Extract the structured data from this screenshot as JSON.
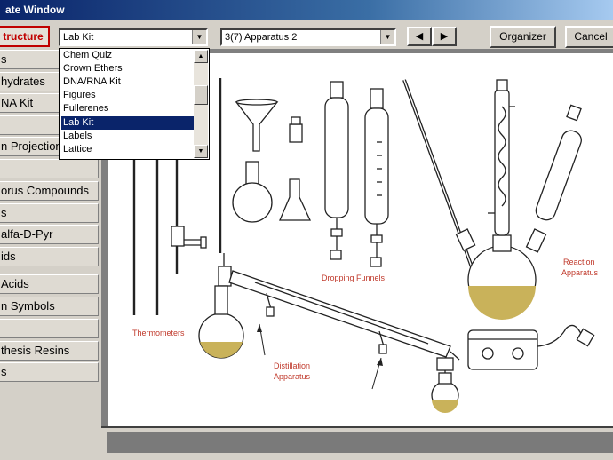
{
  "window": {
    "title": "ate Window"
  },
  "toolbar": {
    "structure_label": "tructure",
    "kit_select_value": "Lab Kit",
    "apparatus_select_value": "3(7) Apparatus 2",
    "prev_icon": "◀",
    "next_icon": "▶",
    "organizer_label": "Organizer",
    "cancel_label": "Cancel"
  },
  "sidebar": {
    "items": [
      "s",
      "hydrates",
      "NA Kit",
      "",
      "n Projection",
      "",
      "orus Compounds",
      "s",
      "alfa-D-Pyr",
      "ids",
      "Acids",
      "n Symbols",
      "",
      "thesis Resins",
      "s"
    ]
  },
  "dropdown": {
    "options": [
      "Chem Quiz",
      "Crown Ethers",
      "DNA/RNA Kit",
      "Figures",
      "Fullerenes",
      "Lab Kit",
      "Labels",
      "Lattice"
    ],
    "selected": "Lab Kit"
  },
  "labels": {
    "thermometers": "Thermometers",
    "distillation_1": "Distillation",
    "distillation_2": "Apparatus",
    "dropping_funnels": "Dropping Funnels",
    "reaction_1": "Reaction",
    "reaction_2": "Apparatus"
  },
  "colors": {
    "label_red": "#c0392b",
    "liquid": "#c9b25a",
    "accent_red": "#c00000",
    "selection": "#0a246a"
  }
}
